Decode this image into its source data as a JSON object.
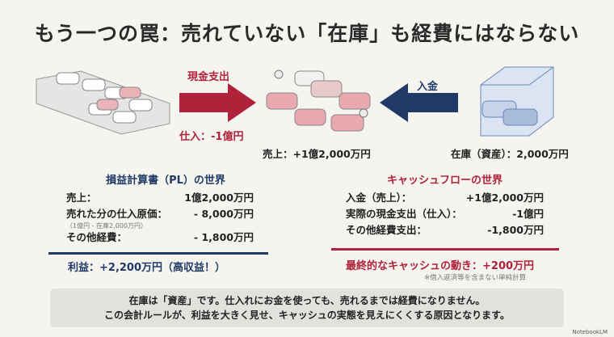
{
  "title": "もう一つの罠：売れていない「在庫」も経費にはならない",
  "flow": {
    "cash_out_label": "現金支出",
    "purchase_label": "仕入：-1億円",
    "cash_in_label": "入金",
    "sales_label": "売上：+1億2,000万円",
    "inventory_label": "在庫（資産）：2,000万円",
    "colors": {
      "red": "#b0213a",
      "navy": "#1f3a66"
    }
  },
  "pl": {
    "heading": "損益計算書（PL）の世界",
    "rows": [
      {
        "label": "売上：",
        "value": "1億2,000万円"
      },
      {
        "label": "売れた分の仕入原価：",
        "value": "- 8,000万円",
        "note": "（1億円 - 在庫2,000万円）"
      },
      {
        "label": "その他経費：",
        "value": "- 1,800万円"
      }
    ],
    "result": "利益：+2,200万円（高収益！）"
  },
  "cf": {
    "heading": "キャッシュフローの世界",
    "rows": [
      {
        "label": "入金（売上）：",
        "value": "+1億2,000万円"
      },
      {
        "label": "実際の現金支出（仕入）：",
        "value": "-1億円"
      },
      {
        "label": "その他経費支出：",
        "value": "-1,800万円"
      }
    ],
    "result": "最終的なキャッシュの動き：+200万円",
    "footnote": "※借入返済等を含まない単純計算"
  },
  "note": {
    "line1": "在庫は「資産」です。仕入れにお金を使っても、売れるまでは経費になりません。",
    "line2": "この会計ルールが、利益を大きく見せ、キャッシュの実態を見えにくくする原因となります。"
  },
  "watermark": "NotebookLM"
}
